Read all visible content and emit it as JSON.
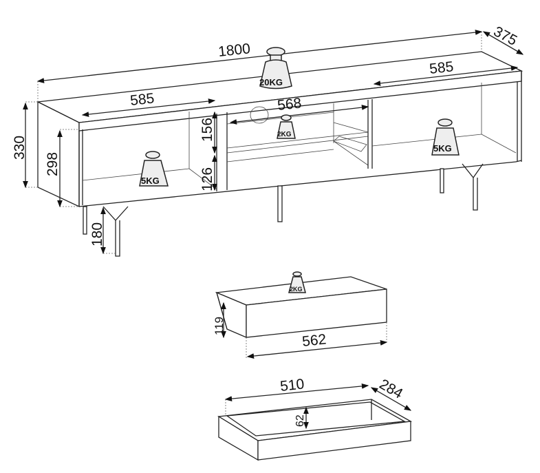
{
  "cabinet": {
    "width": "1800",
    "depth": "375",
    "height": "330",
    "left_compartment_width": "585",
    "right_compartment_width": "585",
    "middle_compartment_width": "568",
    "inner_height": "298",
    "upper_shelf_height": "156",
    "lower_shelf_height": "126",
    "leg_height": "180",
    "top_load": "20KG",
    "left_load": "5KG",
    "right_load": "5KG",
    "shelf_load": "2KG"
  },
  "drawer": {
    "height": "119",
    "width": "562",
    "load": "2KG"
  },
  "tray": {
    "width": "510",
    "depth": "284",
    "height": "62"
  }
}
